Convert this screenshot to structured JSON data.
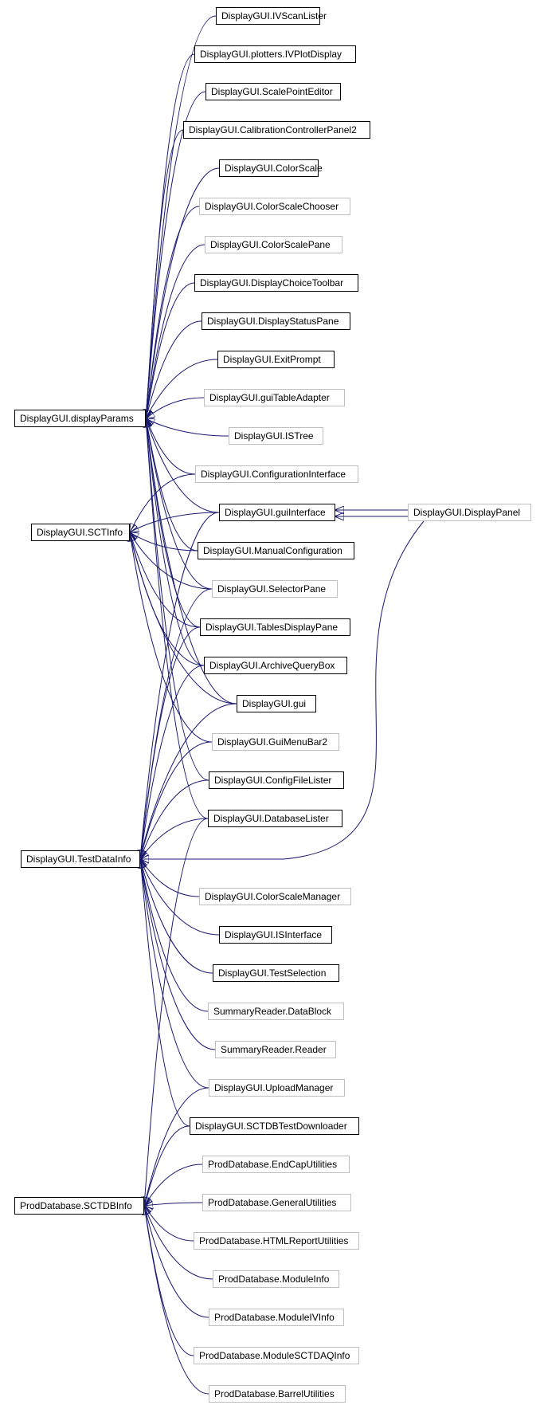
{
  "colors": {
    "edge": "#191970",
    "solid_border": "#000000",
    "faint_border": "#bfbfbf"
  },
  "nodes": {
    "displayParams": "DisplayGUI.displayParams",
    "sctInfo": "DisplayGUI.SCTInfo",
    "testDataInfo": "DisplayGUI.TestDataInfo",
    "sctdbInfo": "ProdDatabase.SCTDBInfo",
    "ivScanLister": "DisplayGUI.IVScanLister",
    "ivPlotDisplay": "DisplayGUI.plotters.IVPlotDisplay",
    "scalePointEditor": "DisplayGUI.ScalePointEditor",
    "calibrationControllerPanel2": "DisplayGUI.CalibrationControllerPanel2",
    "colorScale": "DisplayGUI.ColorScale",
    "colorScaleChooser": "DisplayGUI.ColorScaleChooser",
    "colorScalePane": "DisplayGUI.ColorScalePane",
    "displayChoiceToolbar": "DisplayGUI.DisplayChoiceToolbar",
    "displayStatusPane": "DisplayGUI.DisplayStatusPane",
    "exitPrompt": "DisplayGUI.ExitPrompt",
    "guiTableAdapter": "DisplayGUI.guiTableAdapter",
    "isTree": "DisplayGUI.ISTree",
    "configurationInterface": "DisplayGUI.ConfigurationInterface",
    "guiInterface": "DisplayGUI.guiInterface",
    "displayPanel": "DisplayGUI.DisplayPanel",
    "manualConfiguration": "DisplayGUI.ManualConfiguration",
    "selectorPane": "DisplayGUI.SelectorPane",
    "tablesDisplayPane": "DisplayGUI.TablesDisplayPane",
    "archiveQueryBox": "DisplayGUI.ArchiveQueryBox",
    "gui": "DisplayGUI.gui",
    "guiMenuBar2": "DisplayGUI.GuiMenuBar2",
    "configFileLister": "DisplayGUI.ConfigFileLister",
    "databaseLister": "DisplayGUI.DatabaseLister",
    "colorScaleManager": "DisplayGUI.ColorScaleManager",
    "isInterface": "DisplayGUI.ISInterface",
    "testSelection": "DisplayGUI.TestSelection",
    "dataBlock": "SummaryReader.DataBlock",
    "reader": "SummaryReader.Reader",
    "uploadManager": "DisplayGUI.UploadManager",
    "sctdbTestDownloader": "DisplayGUI.SCTDBTestDownloader",
    "endCapUtilities": "ProdDatabase.EndCapUtilities",
    "generalUtilities": "ProdDatabase.GeneralUtilities",
    "htmlReportUtilities": "ProdDatabase.HTMLReportUtilities",
    "moduleInfo": "ProdDatabase.ModuleInfo",
    "moduleIVInfo": "ProdDatabase.ModuleIVInfo",
    "moduleSCTDAQInfo": "ProdDatabase.ModuleSCTDAQInfo",
    "barrelUtilities": "ProdDatabase.BarrelUtilities"
  }
}
